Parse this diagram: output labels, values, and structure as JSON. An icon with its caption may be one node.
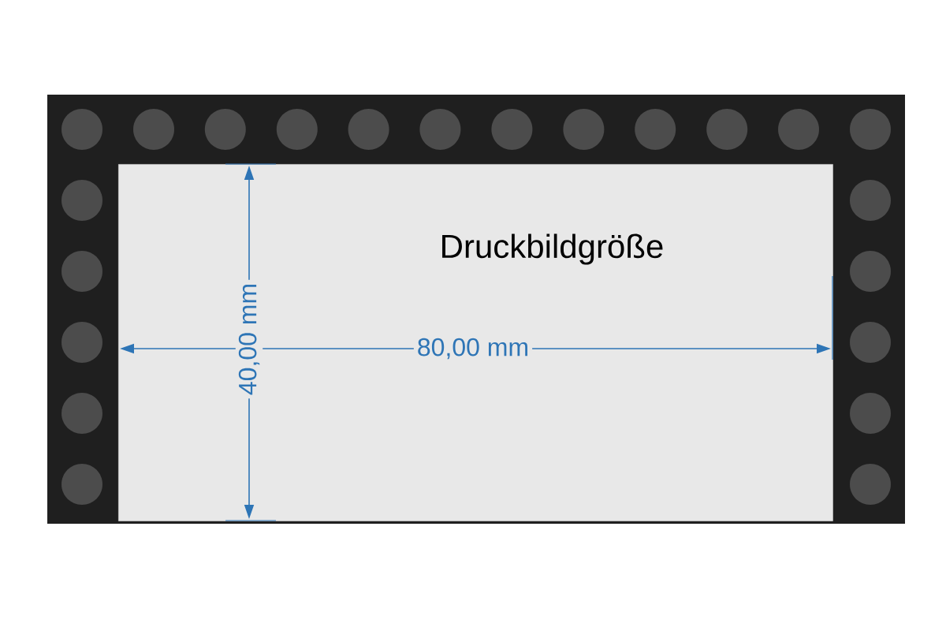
{
  "diagram": {
    "nodes": [
      {
        "text": [
          "Druckbildgröße"
        ]
      }
    ],
    "labels": [
      "40,00 mm",
      "80,00 mm"
    ]
  }
}
